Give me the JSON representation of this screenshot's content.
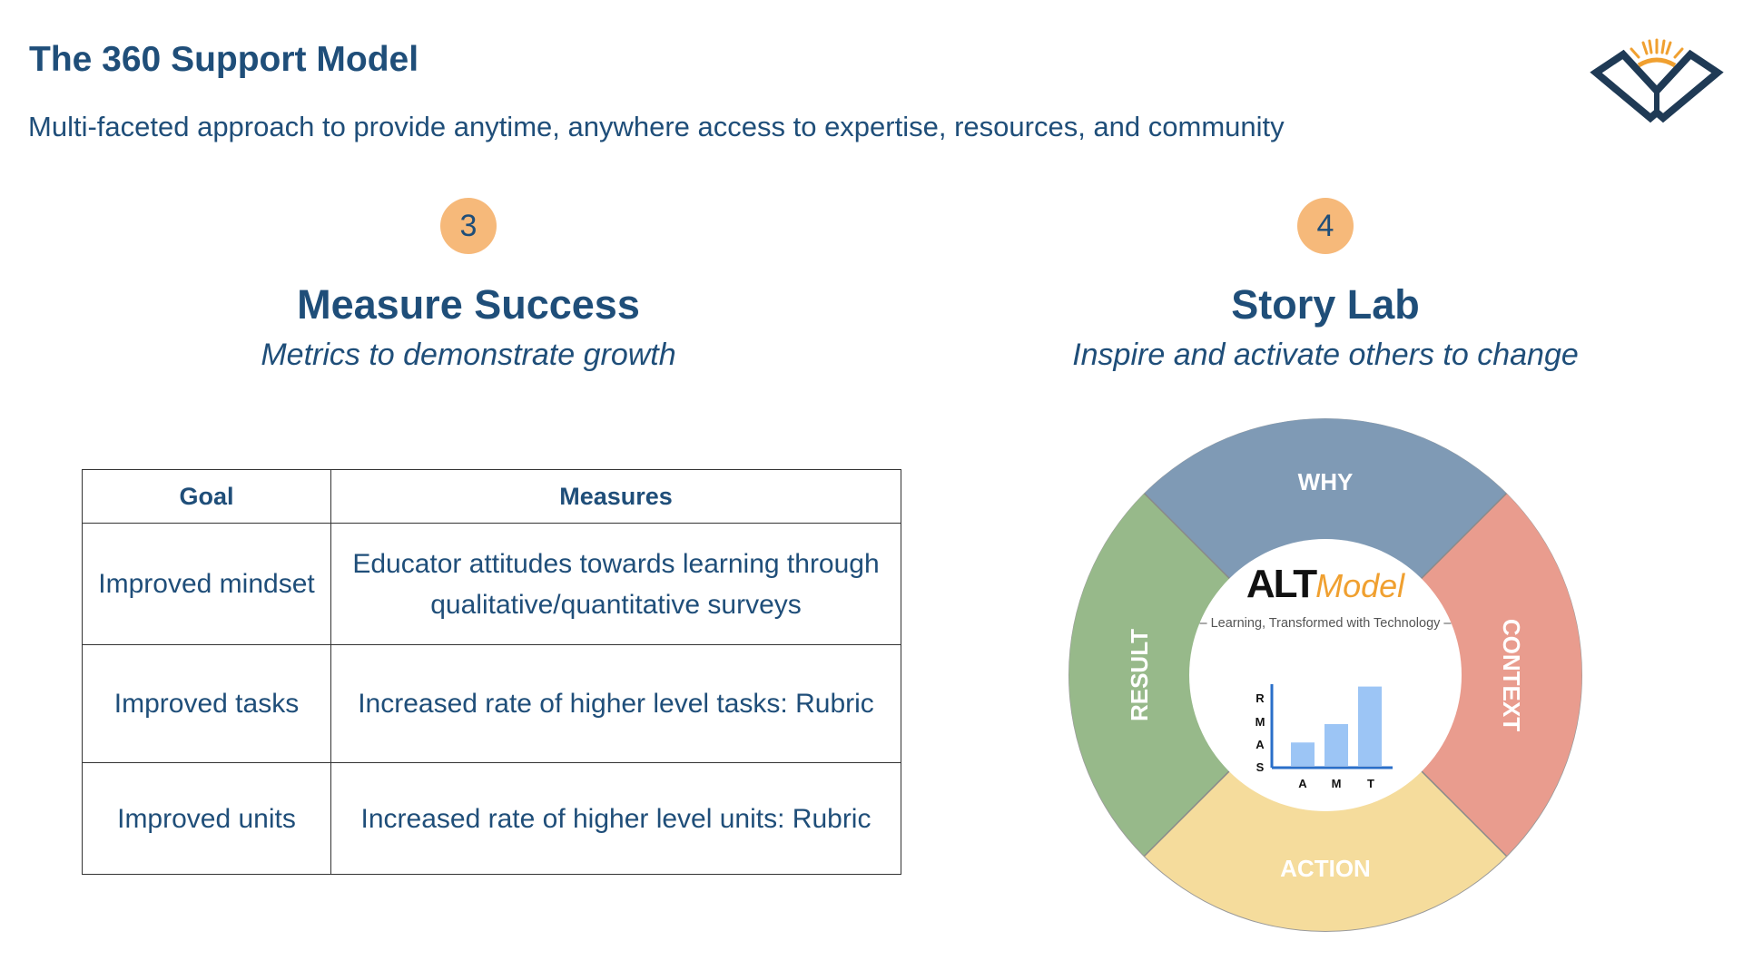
{
  "header": {
    "title": "The 360 Support Model",
    "subtitle": "Multi-faceted approach to provide anytime, anywhere access to expertise, resources, and community"
  },
  "left": {
    "number": "3",
    "title": "Measure Success",
    "subtitle": "Metrics to demonstrate growth",
    "table": {
      "headers": [
        "Goal",
        "Measures"
      ],
      "rows": [
        {
          "goal": "Improved mindset",
          "measure": "Educator attitudes towards learning through qualitative/quantitative surveys"
        },
        {
          "goal": "Improved tasks",
          "measure": "Increased rate of higher level tasks: Rubric"
        },
        {
          "goal": "Improved units",
          "measure": "Increased rate of higher level units: Rubric"
        }
      ]
    }
  },
  "right": {
    "number": "4",
    "title": "Story Lab",
    "subtitle": "Inspire and activate others to change",
    "wheel": {
      "segments": {
        "top": "WHY",
        "right": "CONTEXT",
        "bottom": "ACTION",
        "left": "RESULT"
      },
      "center": {
        "brand_bold": "ALT",
        "brand_script": "Model",
        "tagline": "– Learning, Transformed with Technology –",
        "y_labels": [
          "R",
          "M",
          "A",
          "S"
        ],
        "x_labels": [
          "A",
          "M",
          "T"
        ],
        "bar_levels": [
          0.28,
          0.5,
          0.95
        ]
      }
    }
  },
  "colors": {
    "navy": "#1f4e79",
    "badge": "#f6b97a",
    "why": "#7f9ab5",
    "context": "#e99c8e",
    "action": "#f5dc9c",
    "result": "#97b98a",
    "brand_orange": "#f0a030",
    "bars": "#9cc5f5"
  },
  "icons": {
    "logo": "open-book-sunrise-logo"
  }
}
